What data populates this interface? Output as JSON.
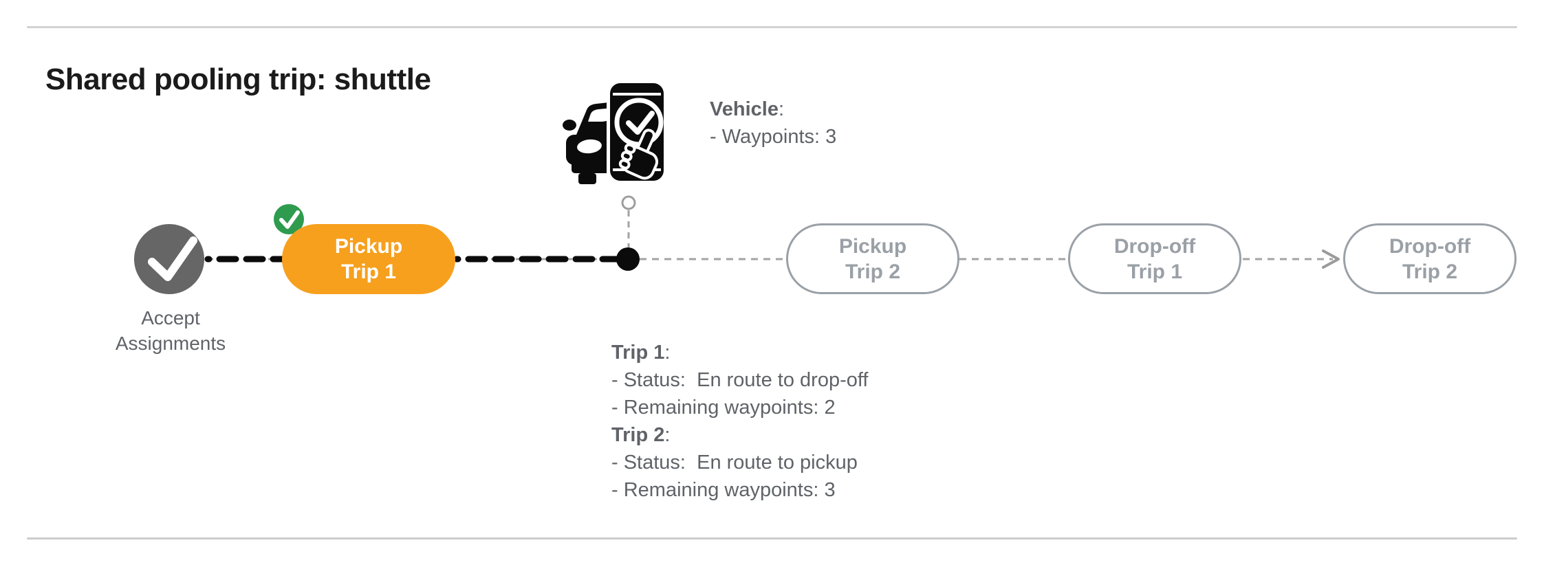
{
  "title": "Shared pooling trip: shuttle",
  "punct": {
    "colon": ":"
  },
  "colors": {
    "active_pill_orange": "#F6A01E",
    "completed_badge_green": "#2E9B4E",
    "accept_node_gray": "#666666",
    "pending_pill_gray": "#9AA0A6",
    "body_text_gray": "#5F6368",
    "route_black": "#0B0B0B",
    "connector_gray": "#A3A3A3",
    "divider_gray": "#D2D2D2"
  },
  "icons": {
    "accept_node": "check-icon",
    "completed_badge": "check-badge-icon",
    "vehicle": "car-with-phone-check-icon",
    "vehicle_position": "current-position-dot",
    "vehicle_marker_stem": "marker-stem-dashed",
    "next_connector_arrow": "arrow-right-icon"
  },
  "timeline": {
    "accept_node": {
      "label_line1": "Accept",
      "label_line2": "Assignments"
    },
    "nodes": [
      {
        "id": "pickup-trip-1",
        "line1": "Pickup",
        "line2": "Trip 1",
        "state": "completed-active"
      },
      {
        "id": "pickup-trip-2",
        "line1": "Pickup",
        "line2": "Trip 2",
        "state": "pending"
      },
      {
        "id": "dropoff-trip-1",
        "line1": "Drop-off",
        "line2": "Trip 1",
        "state": "pending"
      },
      {
        "id": "dropoff-trip-2",
        "line1": "Drop-off",
        "line2": "Trip 2",
        "state": "pending"
      }
    ]
  },
  "vehicle_info": {
    "heading": "Vehicle",
    "lines": [
      "- Waypoints: 3"
    ]
  },
  "trip_info": {
    "sections": [
      {
        "heading": "Trip 1",
        "lines": [
          "- Status:  En route to drop-off",
          "- Remaining waypoints: 2"
        ]
      },
      {
        "heading": "Trip 2",
        "lines": [
          "- Status:  En route to pickup",
          "- Remaining waypoints: 3"
        ]
      }
    ]
  }
}
